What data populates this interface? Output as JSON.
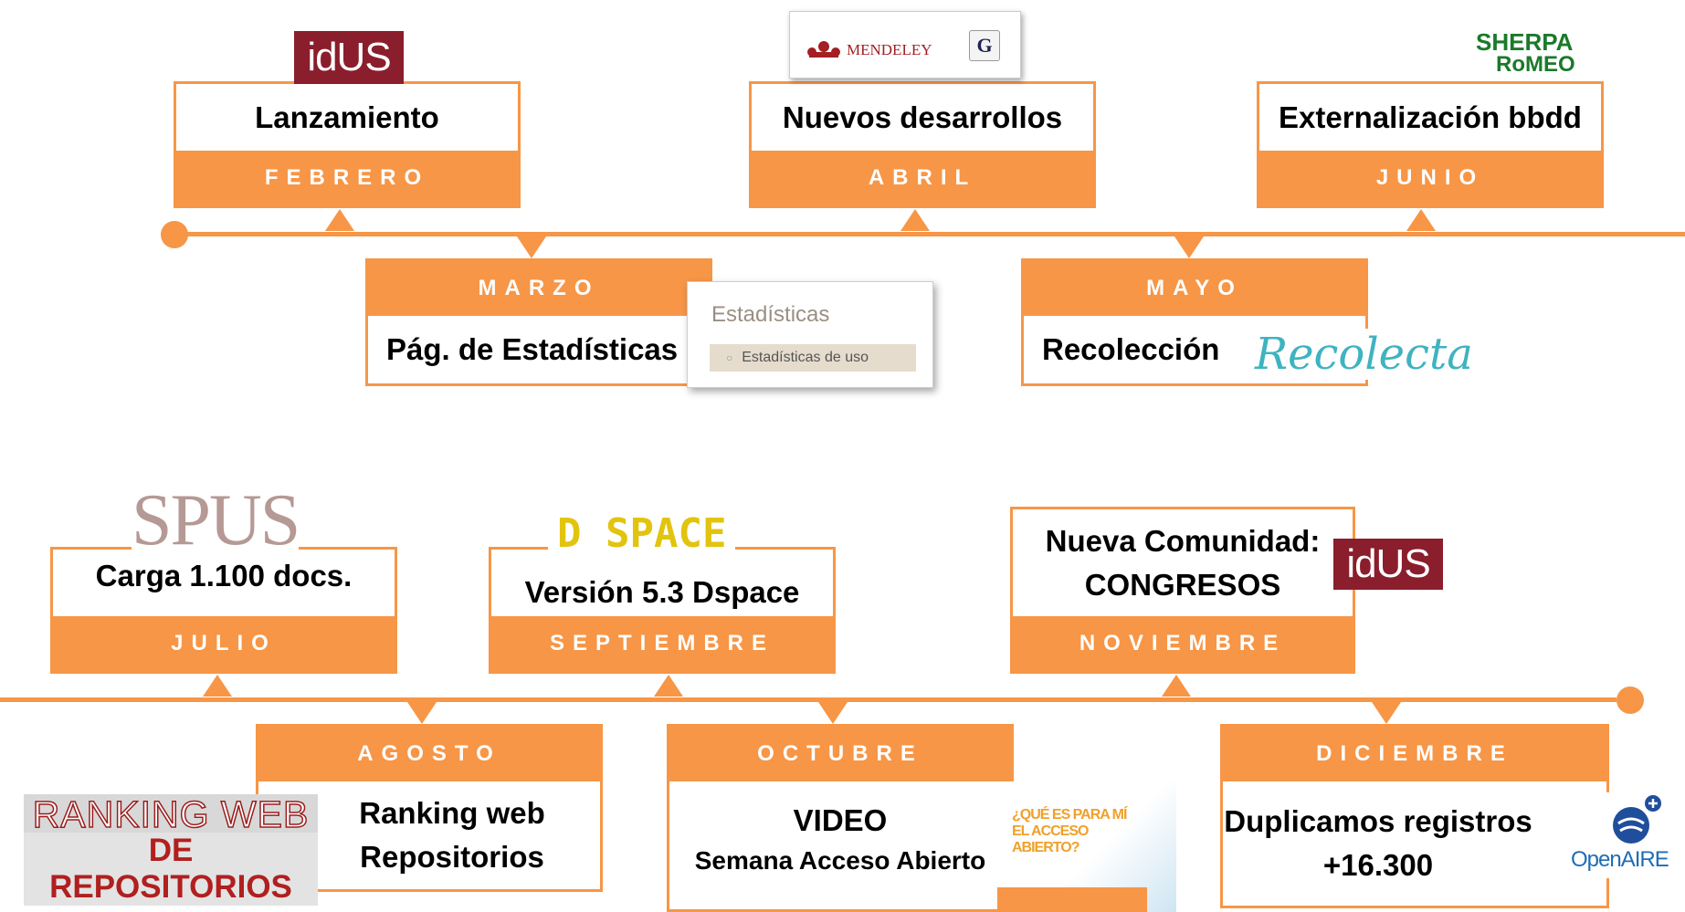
{
  "timeline_top": {
    "months": [
      {
        "month": "FEBRERO",
        "lines": [
          "Lanzamiento"
        ],
        "logo": "idUS"
      },
      {
        "month": "MARZO",
        "lines": [
          "Pág. de Estadísticas"
        ]
      },
      {
        "month": "ABRIL",
        "lines": [
          "Nuevos desarrollos"
        ]
      },
      {
        "month": "MAYO",
        "lines": [
          "Recolección"
        ]
      },
      {
        "month": "JUNIO",
        "lines": [
          "Externalización bbdd"
        ]
      }
    ]
  },
  "timeline_bottom": {
    "months": [
      {
        "month": "JULIO",
        "lines": [
          "Carga 1.100 docs."
        ]
      },
      {
        "month": "AGOSTO",
        "lines": [
          "Ranking web",
          "Repositorios"
        ]
      },
      {
        "month": "SEPTIEMBRE",
        "lines": [
          "Versión 5.3 Dspace"
        ]
      },
      {
        "month": "OCTUBRE",
        "lines": [
          "VIDEO",
          "Semana Acceso Abierto"
        ]
      },
      {
        "month": "NOVIEMBRE",
        "lines": [
          "Nueva Comunidad:",
          "CONGRESOS"
        ]
      },
      {
        "month": "DICIEMBRE",
        "lines": [
          "Duplicamos registros",
          "+16.300"
        ]
      }
    ]
  },
  "logos": {
    "idus_a": "idUS",
    "idus_b": "idUS",
    "mendeley": "MENDELEY",
    "sherpa_1": "SHERPA",
    "sherpa_2": "RoMEO",
    "stats_title": "Estadísticas",
    "stats_item": "Estadísticas de uso",
    "recolecta": "Recolecta",
    "spus": "SPUS",
    "dspace": "D SPACE",
    "ranking_1": "RANKING WEB",
    "ranking_2": "DE REPOSITORIOS",
    "video_1": "¿QUÉ ES PARA MÍ",
    "video_2": "EL ACCESO",
    "video_3": "ABIERTO?",
    "openaire": "OpenAIRE"
  },
  "colors": {
    "accent": "#f79646",
    "idus": "#8a1e2c",
    "sherpa": "#1a7a2a"
  }
}
